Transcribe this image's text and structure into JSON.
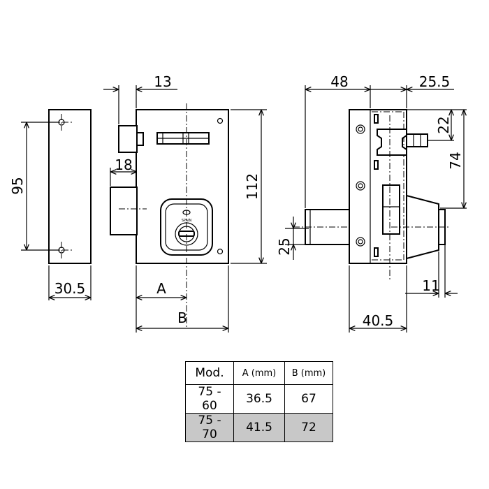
{
  "dimensions": {
    "front_width": "30.5",
    "front_holes": "95",
    "bolt_offset": "13",
    "latch_width": "18",
    "body_height": "112",
    "dim_a": "A",
    "dim_b": "B",
    "side_depth_top": "48",
    "side_bolt_offset": "25.5",
    "bolt_height": "22",
    "side_height": "74",
    "cylinder_diam": "25",
    "side_body_width": "40.5",
    "cylinder_proj": "11"
  },
  "cylinder_marking": "SPAIN",
  "table": {
    "headers": [
      "Mod.",
      "A (mm)",
      "B (mm)"
    ],
    "rows": [
      {
        "model": "75 - 60",
        "a": "36.5",
        "b": "67",
        "shaded": false
      },
      {
        "model": "75 - 70",
        "a": "41.5",
        "b": "72",
        "shaded": true
      }
    ]
  }
}
